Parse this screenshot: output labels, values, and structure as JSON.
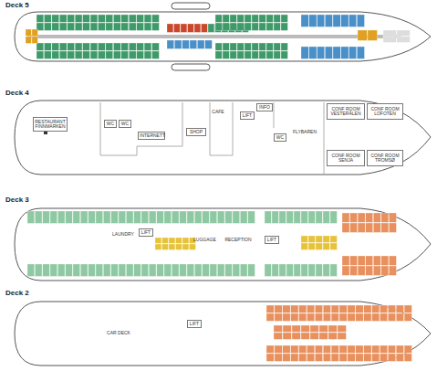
{
  "diagram": {
    "nodes": [
      {
        "text": [
          "RESTAURANT FINNMARKEN"
        ]
      },
      {
        "text": [
          "WC"
        ]
      },
      {
        "text": [
          "WC"
        ]
      },
      {
        "text": [
          "INTERNETT"
        ]
      },
      {
        "text": [
          "SHOP"
        ]
      },
      {
        "text": [
          "CAFE"
        ]
      },
      {
        "text": [
          "LIFT"
        ]
      },
      {
        "text": [
          "INFO"
        ]
      },
      {
        "text": [
          "WC"
        ]
      },
      {
        "text": [
          "FLYBAREN"
        ]
      },
      {
        "text": [
          "CONF ROOM VESTERÅLEN"
        ]
      },
      {
        "text": [
          "CONF ROOM LOFOTEN"
        ]
      },
      {
        "text": [
          "CONF ROOM SENJA"
        ]
      },
      {
        "text": [
          "CONF ROOM TROMSØ"
        ]
      },
      {
        "text": [
          "LAUNDRY"
        ]
      },
      {
        "text": [
          "LIFT"
        ]
      },
      {
        "text": [
          "LUGGAGE"
        ]
      },
      {
        "text": [
          "RECEPTION"
        ]
      },
      {
        "text": [
          "LIFT"
        ]
      },
      {
        "text": [
          "CAR DECK"
        ]
      },
      {
        "text": [
          "LIFT"
        ]
      }
    ],
    "labels": [
      "Deck 5",
      "Deck 4",
      "Deck 3",
      "Deck 2"
    ]
  }
}
